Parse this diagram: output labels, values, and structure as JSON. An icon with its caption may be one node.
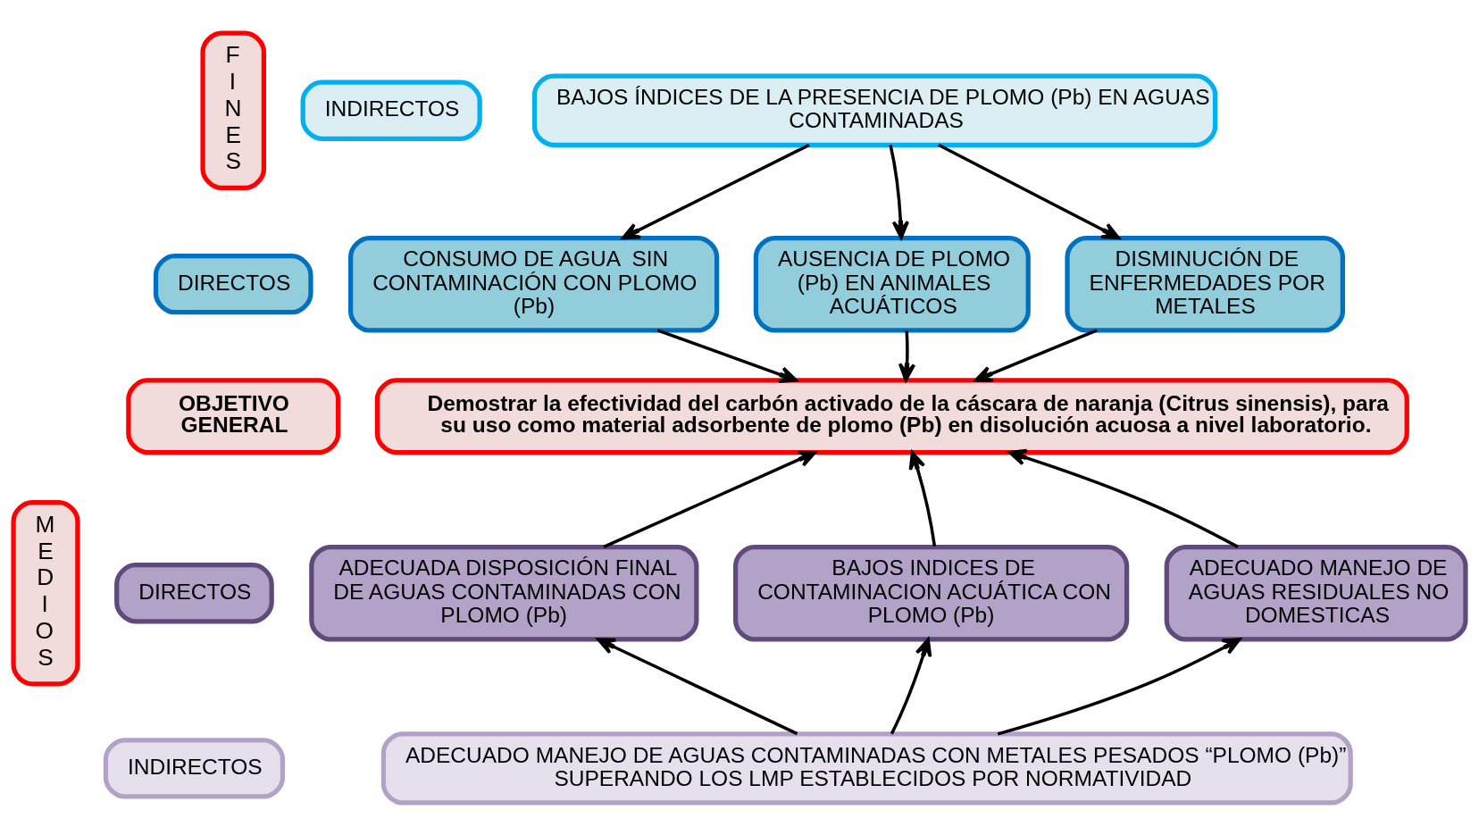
{
  "diagram": {
    "nodes": [
      {
        "text": [
          "FINES"
        ]
      },
      {
        "text": [
          "INDIRECTOS"
        ]
      },
      {
        "text": [
          "DIRECTOS"
        ]
      },
      {
        "text": [
          "BAJOS ÍNDICES DE LA PRESENCIA DE PLOMO (Pb) EN AGUAS CONTAMINADAS"
        ]
      },
      {
        "text": [
          "CONSUMO DE AGUA  SIN CONTAMINACIÓN CON PLOMO (Pb)"
        ]
      },
      {
        "text": [
          "AUSENCIA DE PLOMO (Pb) EN ANIMALES ACUÁTICOS"
        ]
      },
      {
        "text": [
          "DISMINUCIÓN DE ENFERMEDADES POR METALES"
        ]
      },
      {
        "text": [
          "OBJETIVO GENERAL"
        ]
      },
      {
        "text": [
          "Demostrar la efectividad del carbón activado de la cáscara de naranja (Citrus sinensis), para su uso como material adsorbente de plomo (Pb) en disolución acuosa a nivel laboratorio."
        ]
      },
      {
        "text": [
          "MEDIOS"
        ]
      },
      {
        "text": [
          "DIRECTOS"
        ]
      },
      {
        "text": [
          "INDIRECTOS"
        ]
      },
      {
        "text": [
          "ADECUADA DISPOSICIÓN FINAL DE AGUAS CONTAMINADAS CON PLOMO (Pb)"
        ]
      },
      {
        "text": [
          "BAJOS INDICES DE CONTAMINACION ACUÁTICA CON PLOMO (Pb)"
        ]
      },
      {
        "text": [
          "ADECUADO MANEJO DE AGUAS RESIDUALES NO DOMESTICAS"
        ]
      },
      {
        "text": [
          "ADECUADO MANEJO DE AGUAS CONTAMINADAS CON METALES PESADOS “PLOMO (Pb)” SUPERANDO LOS LMP ESTABLECIDOS POR NORMATIVIDAD"
        ]
      }
    ],
    "edges": [
      {
        "from": 3,
        "to": 4,
        "arrow": "to"
      },
      {
        "from": 3,
        "to": 5,
        "arrow": "to"
      },
      {
        "from": 3,
        "to": 6,
        "arrow": "to"
      },
      {
        "from": 4,
        "to": 8,
        "arrow": "to"
      },
      {
        "from": 5,
        "to": 8,
        "arrow": "to"
      },
      {
        "from": 6,
        "to": 8,
        "arrow": "to"
      },
      {
        "from": 12,
        "to": 8,
        "arrow": "to"
      },
      {
        "from": 13,
        "to": 8,
        "arrow": "to"
      },
      {
        "from": 14,
        "to": 8,
        "arrow": "to"
      },
      {
        "from": 15,
        "to": 12,
        "arrow": "to"
      },
      {
        "from": 15,
        "to": 13,
        "arrow": "to"
      },
      {
        "from": 15,
        "to": 14,
        "arrow": "to"
      }
    ]
  }
}
